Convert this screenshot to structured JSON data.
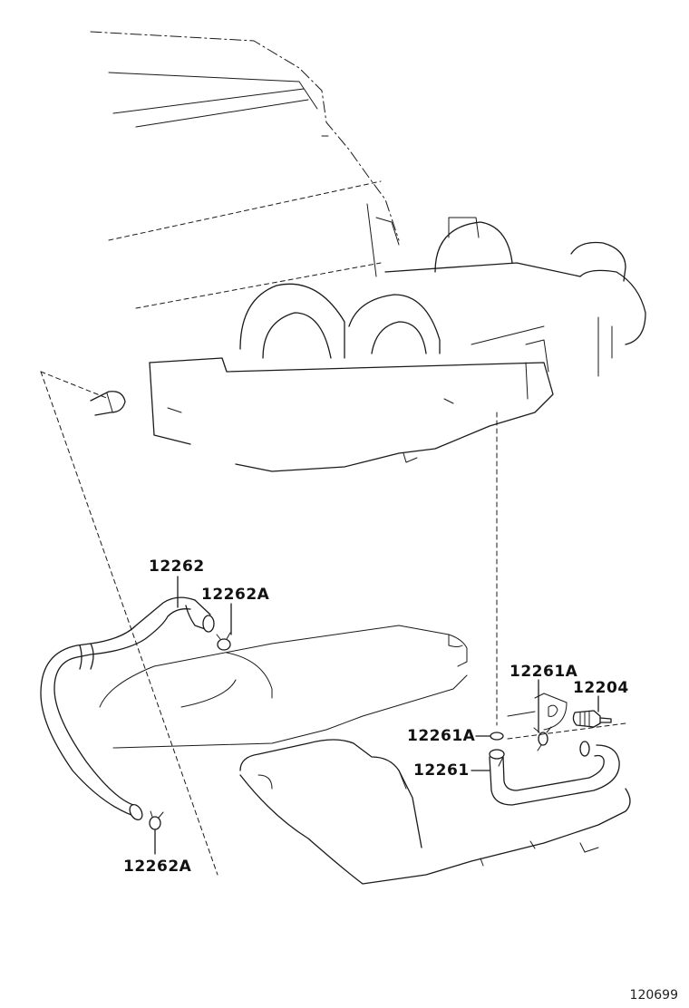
{
  "callouts": {
    "hose_upper": "12262",
    "clamp_upper": "12262A",
    "clamp_lower": "12262A",
    "clamp_right_top": "12261A",
    "clamp_right_left": "12261A",
    "pcv_valve": "12204",
    "hose_right": "12261"
  },
  "footer": {
    "illustration_id": "120699"
  }
}
